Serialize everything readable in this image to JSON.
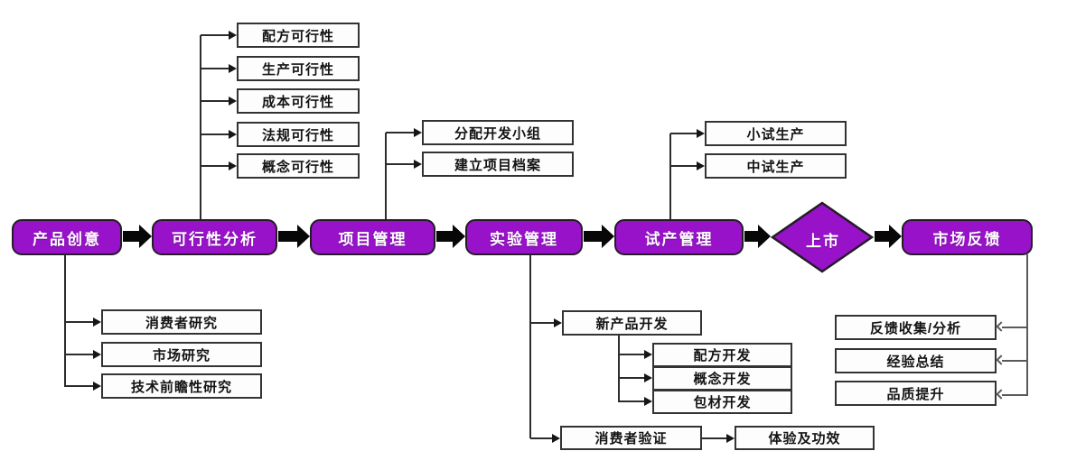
{
  "colors": {
    "node_purple": "#9712c8",
    "node_border": "#241b26",
    "connector": "#2c2c2c",
    "feedback_connector": "#5a5a5a"
  },
  "main_flow": [
    {
      "label": "产品创意"
    },
    {
      "label": "可行性分析"
    },
    {
      "label": "项目管理"
    },
    {
      "label": "实验管理"
    },
    {
      "label": "试产管理"
    },
    {
      "label": "上市",
      "shape": "diamond"
    },
    {
      "label": "市场反馈"
    }
  ],
  "feasibility_checks": [
    "配方可行性",
    "生产可行性",
    "成本可行性",
    "法规可行性",
    "概念可行性"
  ],
  "project_tasks": [
    "分配开发小组",
    "建立项目档案"
  ],
  "trial_tasks": [
    "小试生产",
    "中试生产"
  ],
  "research_tasks": [
    "消费者研究",
    "市场研究",
    "技术前瞻性研究"
  ],
  "development": {
    "parent": "新产品开发",
    "children": [
      "配方开发",
      "概念开发",
      "包材开发"
    ]
  },
  "validation": {
    "parent": "消费者验证",
    "child": "体验及功效"
  },
  "feedback_tasks": [
    "反馈收集/分析",
    "经验总结",
    "品质提升"
  ]
}
